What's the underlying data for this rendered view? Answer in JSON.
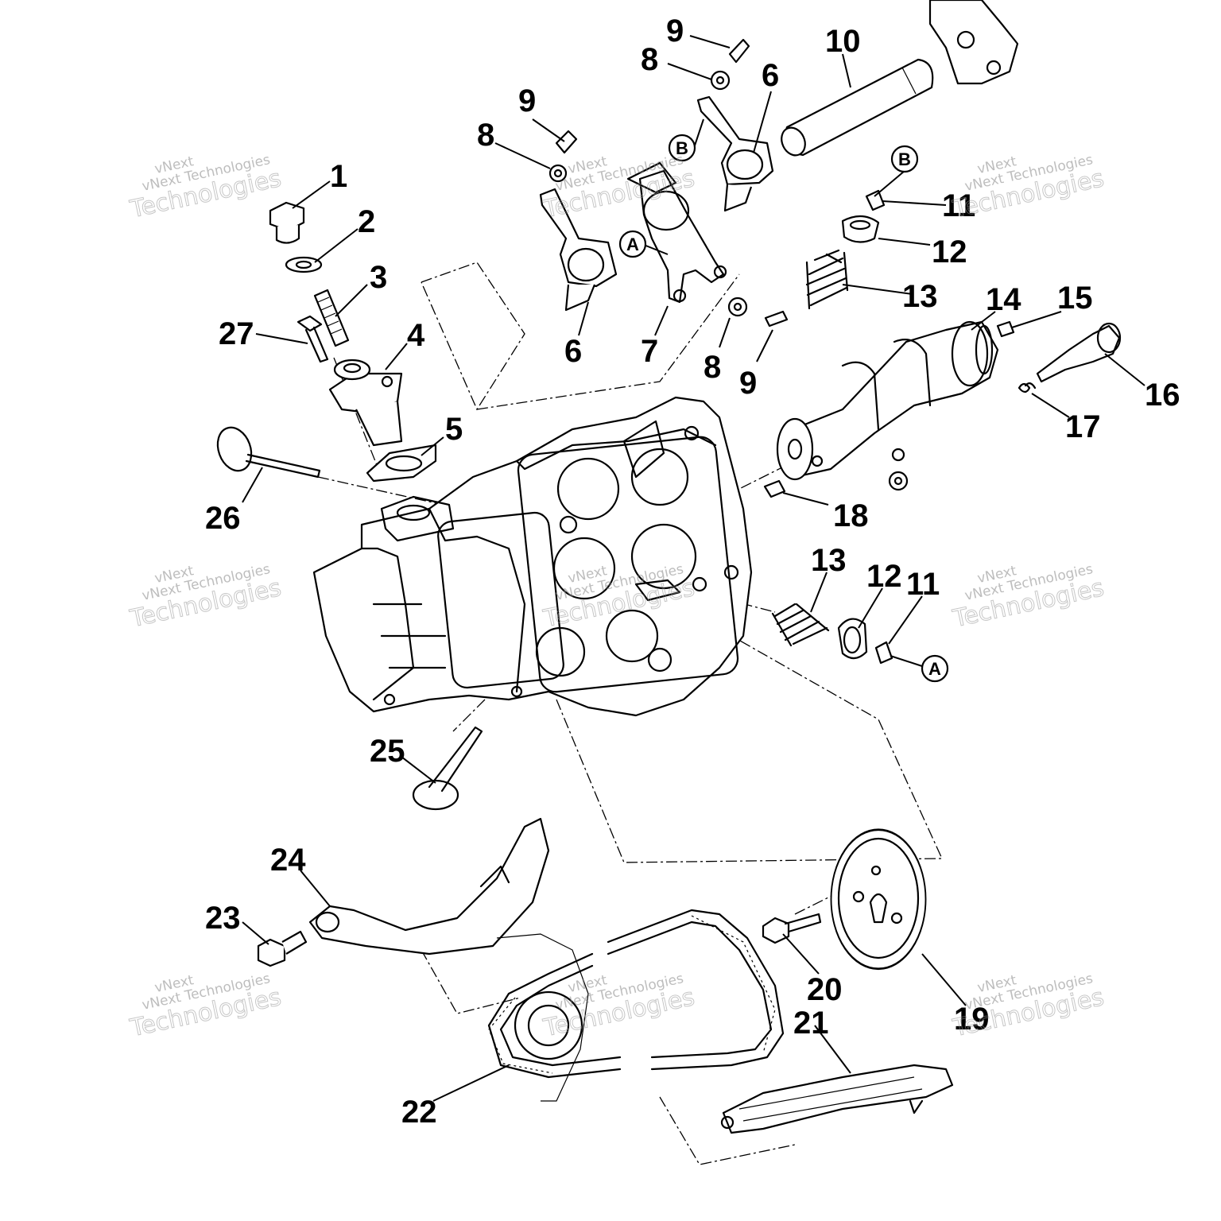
{
  "watermark": {
    "line1": "vNext Technologies",
    "line2": "Technologies",
    "line3": "vNext"
  },
  "part_numbers": [
    "1",
    "2",
    "3",
    "4",
    "5",
    "6",
    "7",
    "8",
    "9",
    "10",
    "11",
    "12",
    "13",
    "14",
    "15",
    "16",
    "17",
    "18",
    "19",
    "20",
    "21",
    "22",
    "23",
    "24",
    "25",
    "26",
    "27"
  ],
  "callouts": {
    "a": "A",
    "b": "B"
  }
}
